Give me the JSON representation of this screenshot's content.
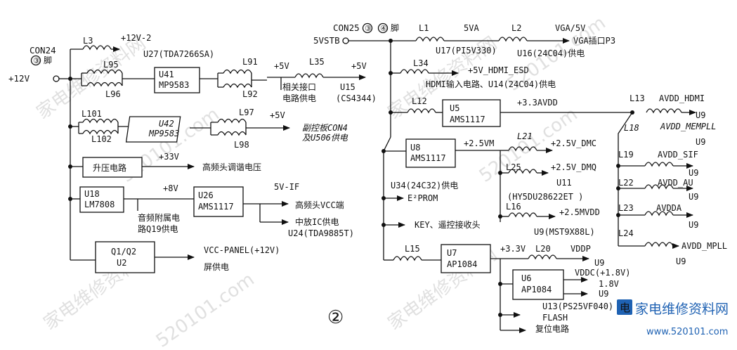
{
  "watermark": {
    "text_cn": "家电维修资料网",
    "text_url": "520101.com"
  },
  "logo": {
    "cn": "家电维修资料网",
    "url": "www.520101.com"
  },
  "figure_number": "②",
  "left": {
    "con24": "CON24",
    "con24_pin": "③",
    "con24_pin_suffix": "脚",
    "input_voltage": "+12V",
    "l3": "L3",
    "l3_out": "+12V-2",
    "u27": "U27(TDA7266SA)",
    "l95": "L95",
    "l96": "L96",
    "u41": "U41",
    "u41_part": "MP9583",
    "l91": "L91",
    "l92": "L92",
    "v5_a": "+5V",
    "l35": "L35",
    "v5_b": "+5V",
    "related_if_1": "相关接口",
    "related_if_2": "电路供电",
    "u15": "U15",
    "u15_part": "(CS4344)",
    "l101": "L101",
    "l102": "L102",
    "u42": "U42",
    "u42_part": "MP9583",
    "l97": "L97",
    "l98": "L98",
    "v5_c": "+5V",
    "subboard_1": "副控板CON4",
    "subboard_2": "及U506供电",
    "boost": "升压电路",
    "v33": "+33V",
    "tuner_hv": "高频头调谐电压",
    "u18": "U18",
    "u18_part": "LM7808",
    "v8": "+8V",
    "u26": "U26",
    "u26_part": "AMS1117",
    "audio_1": "音频附属电",
    "audio_2": "路Q19供电",
    "v5_if": "5V-IF",
    "tuner_vcc": "高频头VCC端",
    "if_ic": "中放IC供电",
    "u24": "U24(TDA9885T)",
    "q1q2": "Q1/Q2",
    "u2": "U2",
    "vcc_panel": "VCC-PANEL(+12V)",
    "screen": "屏供电"
  },
  "right": {
    "con25": "CON25",
    "con25_pin3": "③",
    "con25_pin4": "④",
    "con25_suffix": "脚",
    "v5stb": "5VSTB",
    "l1": "L1",
    "v5a": "5VA",
    "u17": "U17(PI5V330)",
    "l2": "L2",
    "vga5v": "VGA/5V",
    "vga_socket": "VGA插口P3",
    "u16": "U16(24C04)供电",
    "l34": "L34",
    "hdmi_esd": "+5V_HDMI_ESD",
    "hdmi_input": "HDMI输入电路、U14(24C04)供电",
    "l12": "L12",
    "u5": "U5",
    "u5_part": "AMS1117",
    "avdd33": "+3.3AVDD",
    "l13": "L13",
    "avdd_hdmi": "AVDD_HDMI",
    "u9_a": "U9",
    "l18": "L18",
    "avdd_mempll": "AVDD_MEMPLL",
    "u9_b": "U9",
    "l19": "L19",
    "avdd_sif": "AVDD_SIF",
    "u9_c": "U9",
    "l22": "L22",
    "avdd_au": "AVDD_AU",
    "u9_d": "U9",
    "l23": "L23",
    "avdda": "AVDDA",
    "u9_e": "U9",
    "l24": "L24",
    "avdd_mpll": "AVDD_MPLL",
    "u9_f": "U9",
    "u8": "U8",
    "u8_part": "AMS1117",
    "v25vm": "+2.5VM",
    "l21": "L21",
    "v25_dmc": "+2.5V_DMC",
    "l25": "L25",
    "v25_dmq": "+2.5V_DMQ",
    "u11": "U11",
    "hy5": "(HY5DU28622ET )",
    "l16": "L16",
    "v25mvdd": "+2.5MVDD",
    "u9_mst": "U9(MST9X88L)",
    "u34": "U34(24C32)供电",
    "eprom": "E²PROM",
    "key": "KEY、遥控接收头",
    "l15": "L15",
    "u7": "U7",
    "u7_part": "AP1084",
    "v33_b": "+3.3V",
    "l20": "L20",
    "vddp": "VDDP",
    "u9_g": "U9",
    "u6": "U6",
    "u6_part": "AP1084",
    "vddc": "VDDC(+1.8V)",
    "u9_h": "U9",
    "v18": "1.8V",
    "u13": "U13(PS25VF040)",
    "flash": "FLASH",
    "reset": "复位电路"
  }
}
